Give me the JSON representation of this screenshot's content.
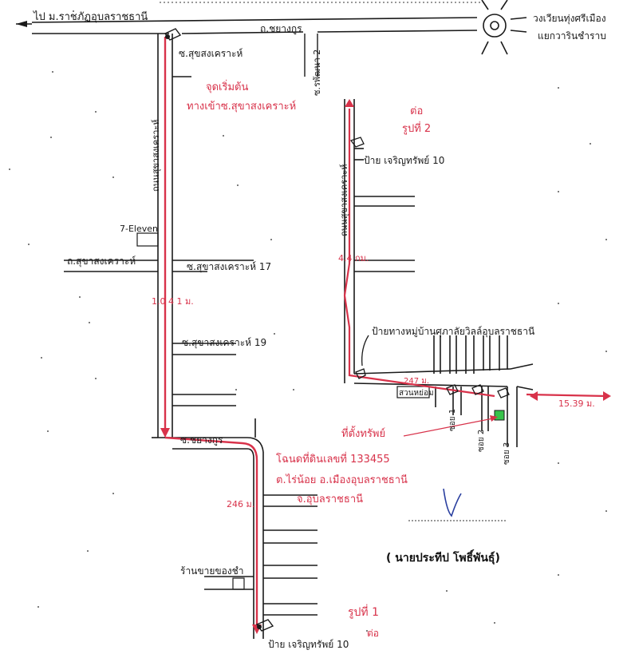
{
  "labels": {
    "top_left_direction": "ไป ม.ราชภัฏอุบลราชธานี",
    "road_chayangkun_top": "ถ.ชยางกูร",
    "roundabout_note_line1": "วงเวียนทุ่งศรีเมือง",
    "roundabout_note_line2": "แยกวารินชำราบ",
    "soi_sukhasongkhro": "ซ.สุขสงเคราะห์",
    "start_point_line1": "จุดเริ่มต้น",
    "start_point_line2": "ทางเข้าซ.สุขาสงเคราะห์",
    "soi_rapatnam": "ซ.รพัฒนา 2",
    "left_vertical_road": "ถนนสุขาสงเคราะห์",
    "continue_line1": "ต่อ",
    "continue_line2": "รูปที่ 2",
    "sign_left_right": "ป้าย เจริญทรัพย์ 10",
    "right_vertical_road": "ถนนสุขาสงเคราะห์",
    "seven_eleven": "7-Eleven",
    "road_sukha_sakhiriat": "ถ.สุขาสงเคราะห์",
    "soi_sukha_17": "ซ.สุขาสงเคราะห์ 17",
    "dist_right_mid": "4.4 กม.",
    "dist_left_mid": "1.0 4 1 ม.",
    "soi_sukha_19": "ซ.สุขาสงเคราะห์ 19",
    "village_sign": "ป้ายทางหมู่บ้านศุภาลัยวิลล์อุบลราชธานี",
    "dist_right_east": "15.39 ม.",
    "dist_right_horizontal": "247 ม.",
    "right_shop_label": "สวนหย่อม",
    "house_location": "ที่ตั้งทรัพย์",
    "soi_chayangkun": "ซ.ชยางกูร",
    "soi_1": "ซอย 1",
    "soi_2": "ซอย 2",
    "soi_3": "ซอย 3",
    "deed_line1": "โฉนดที่ดินเลขที่ 133455",
    "deed_line2": "ต.ไร่น้อย อ.เมืองอุบลราชธานี",
    "deed_line3": "จ.อุบลราชธานี",
    "dist_lower": "246 ม.",
    "shop_label": "ร้านขายของชำ",
    "figure_1_line1": "รูปที่ 1",
    "figure_1_line2": "ต่อ",
    "sign_bottom": "ป้าย เจริญทรัพย์ 10",
    "signature_name": "( นายประทีป  โพธิ์พันธุ์)"
  },
  "colors": {
    "ink": "#1a1a1a",
    "route": "#d8324a",
    "signature": "#2a3f9f",
    "house": "#37c24a"
  }
}
